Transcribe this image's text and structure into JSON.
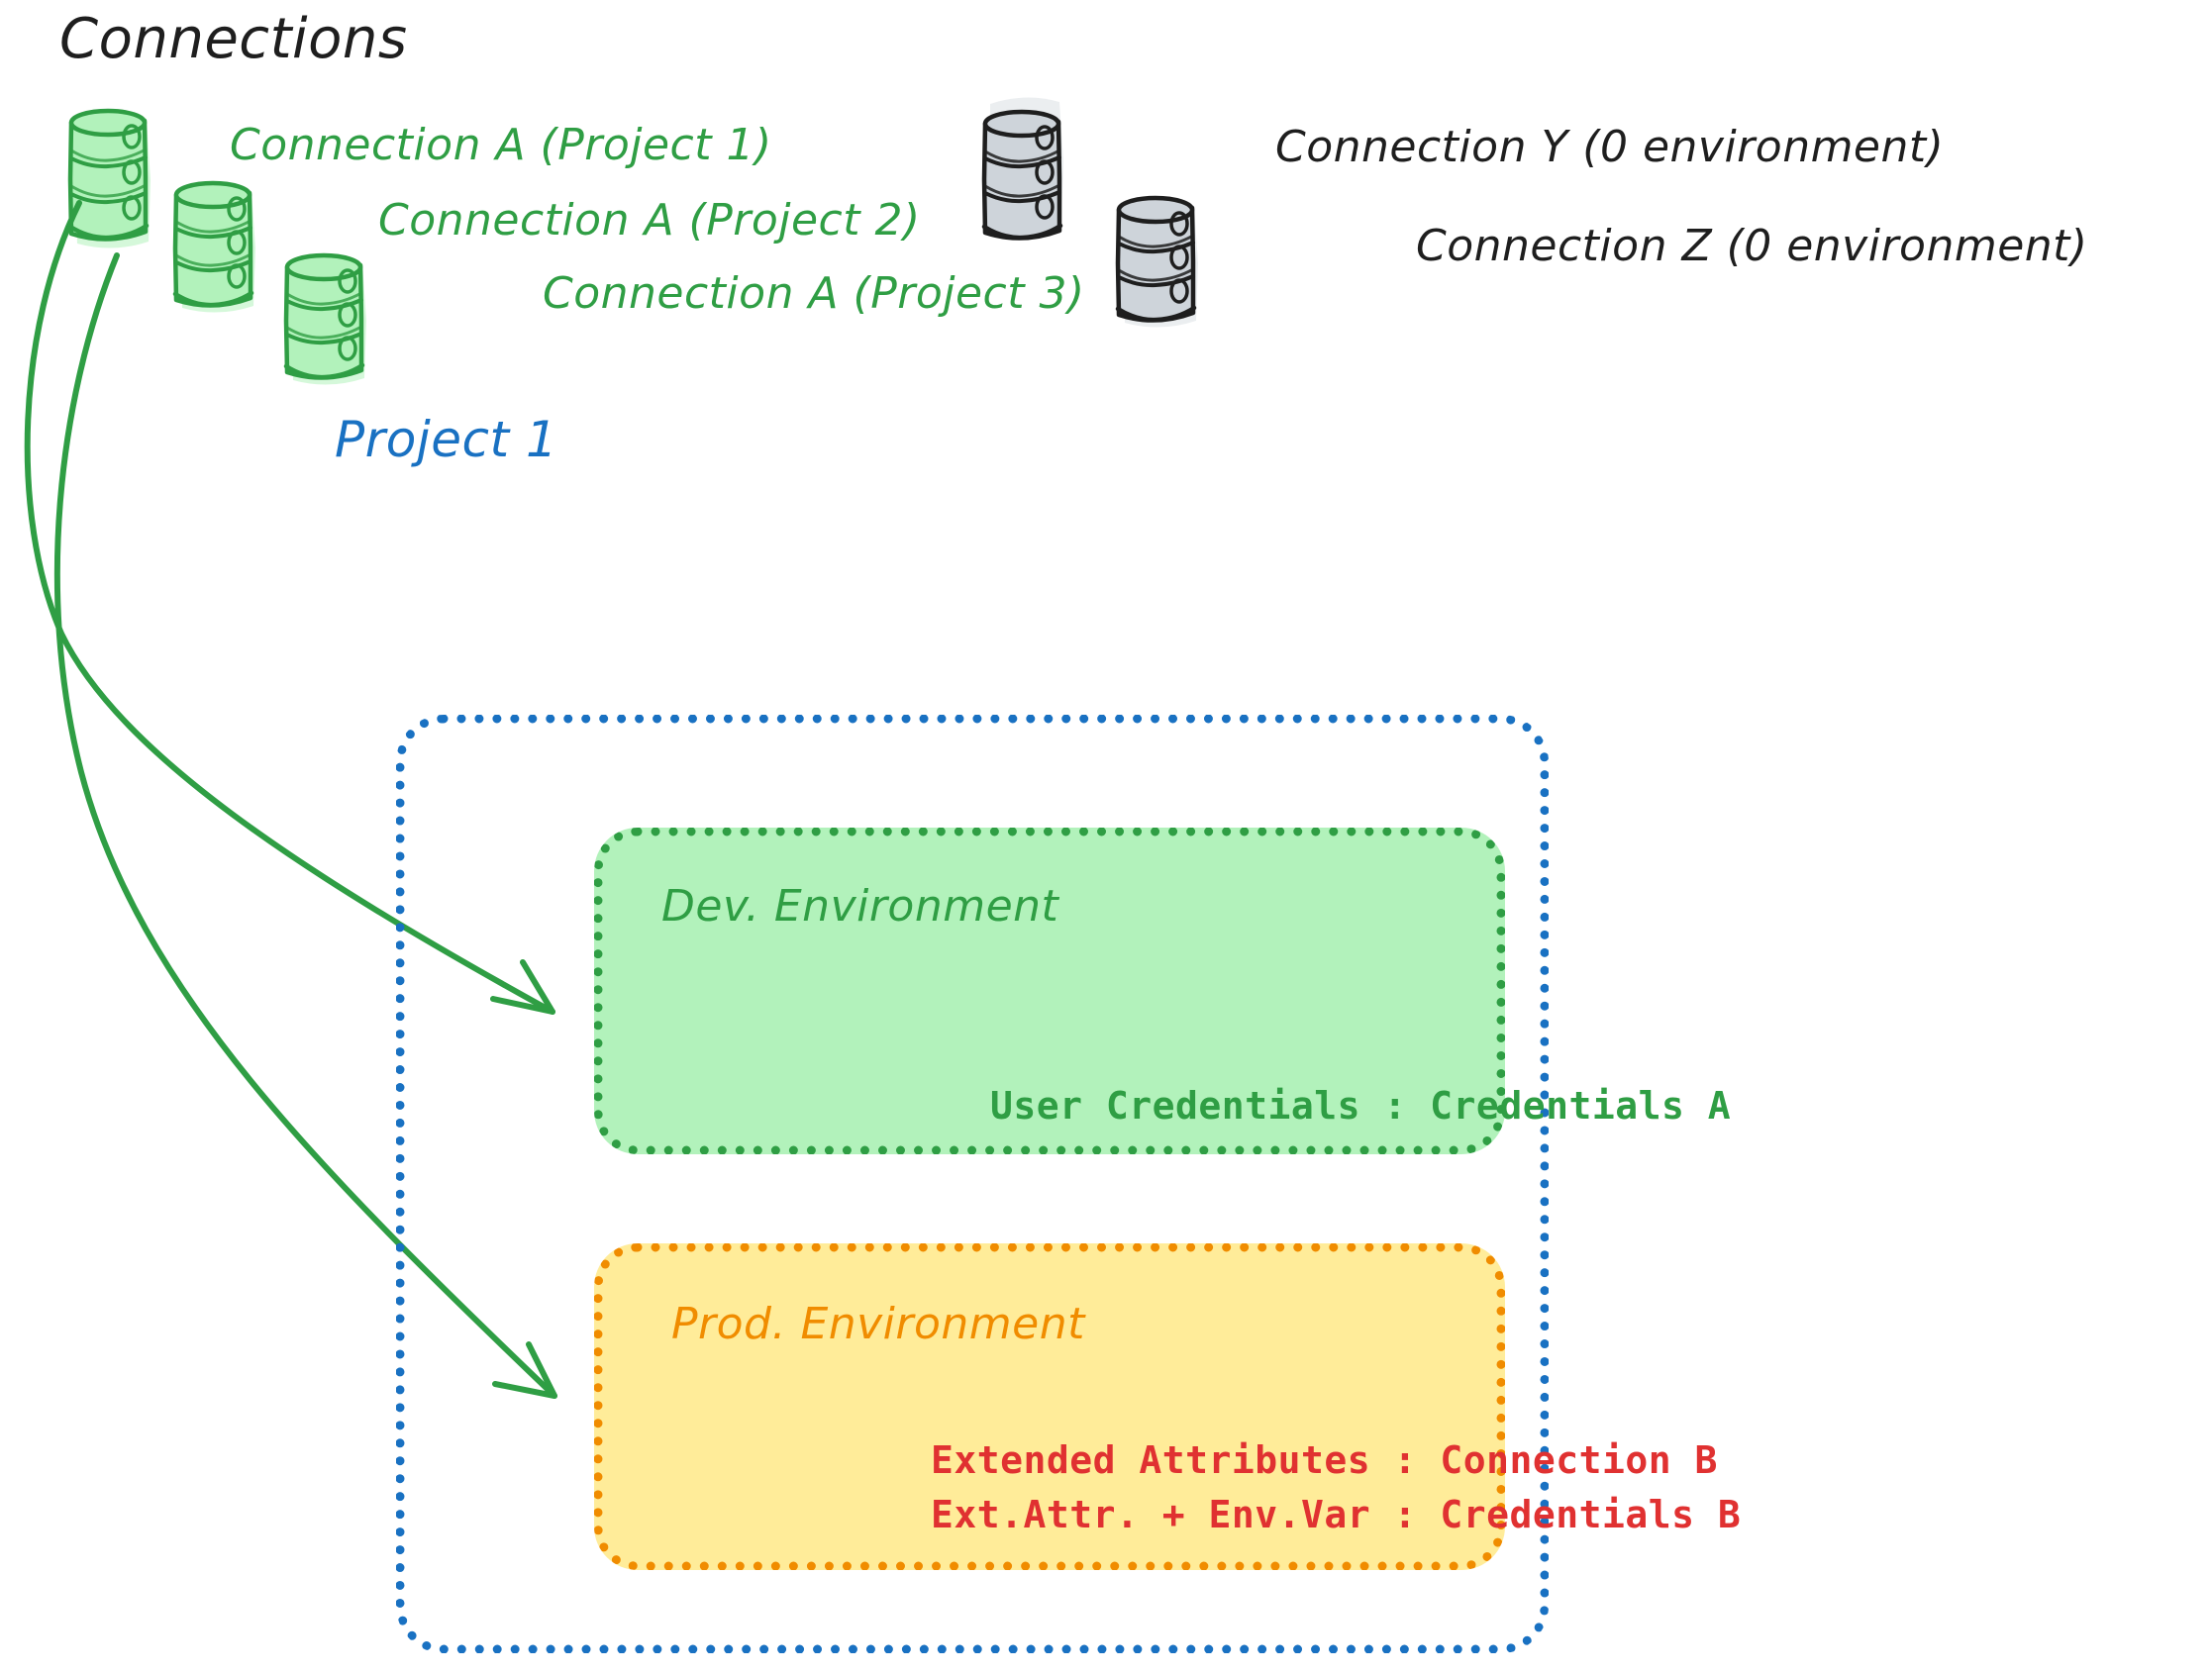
{
  "diagram": {
    "title": "Connections",
    "style": "hand-drawn whiteboard sketch",
    "colors": {
      "green_stroke": "#2f9e44",
      "green_fill": "#b2f2bb",
      "gray_stroke": "#1e1e1e",
      "gray_fill": "#ced4da",
      "blue": "#1971c2",
      "orange": "#f08c00",
      "yellow_fill": "#ffec99",
      "red": "#e03131",
      "black": "#1e1e1e"
    }
  },
  "connections": {
    "heading": "Connections",
    "green_items": [
      {
        "label": "Connection A (Project 1)",
        "icon": "database-cylinder-icon",
        "color": "#2f9e44"
      },
      {
        "label": "Connection A (Project 2)",
        "icon": "database-cylinder-icon",
        "color": "#2f9e44"
      },
      {
        "label": "Connection A (Project 3)",
        "icon": "database-cylinder-icon",
        "color": "#2f9e44"
      }
    ],
    "gray_items": [
      {
        "label": "Connection Y (0 environment)",
        "icon": "database-cylinder-icon",
        "color": "#1e1e1e"
      },
      {
        "label": "Connection Z (0 environment)",
        "icon": "database-cylinder-icon",
        "color": "#1e1e1e"
      }
    ]
  },
  "project": {
    "title": "Project 1",
    "environments": [
      {
        "name": "Dev. Environment",
        "color": "#2f9e44",
        "fill": "#b2f2bb",
        "rows": [
          "User Credentials : Credentials A"
        ]
      },
      {
        "name": "Prod. Environment",
        "color": "#f08c00",
        "fill": "#ffec99",
        "rows": [
          "Extended Attributes : Connection B",
          "Ext.Attr. + Env.Var : Credentials B"
        ]
      }
    ]
  },
  "arrows": [
    {
      "from": "Connection A (Project 1)",
      "to": "Dev. Environment",
      "color": "#2f9e44"
    },
    {
      "from": "Connection A (Project 1)",
      "to": "Prod. Environment",
      "color": "#2f9e44"
    }
  ]
}
